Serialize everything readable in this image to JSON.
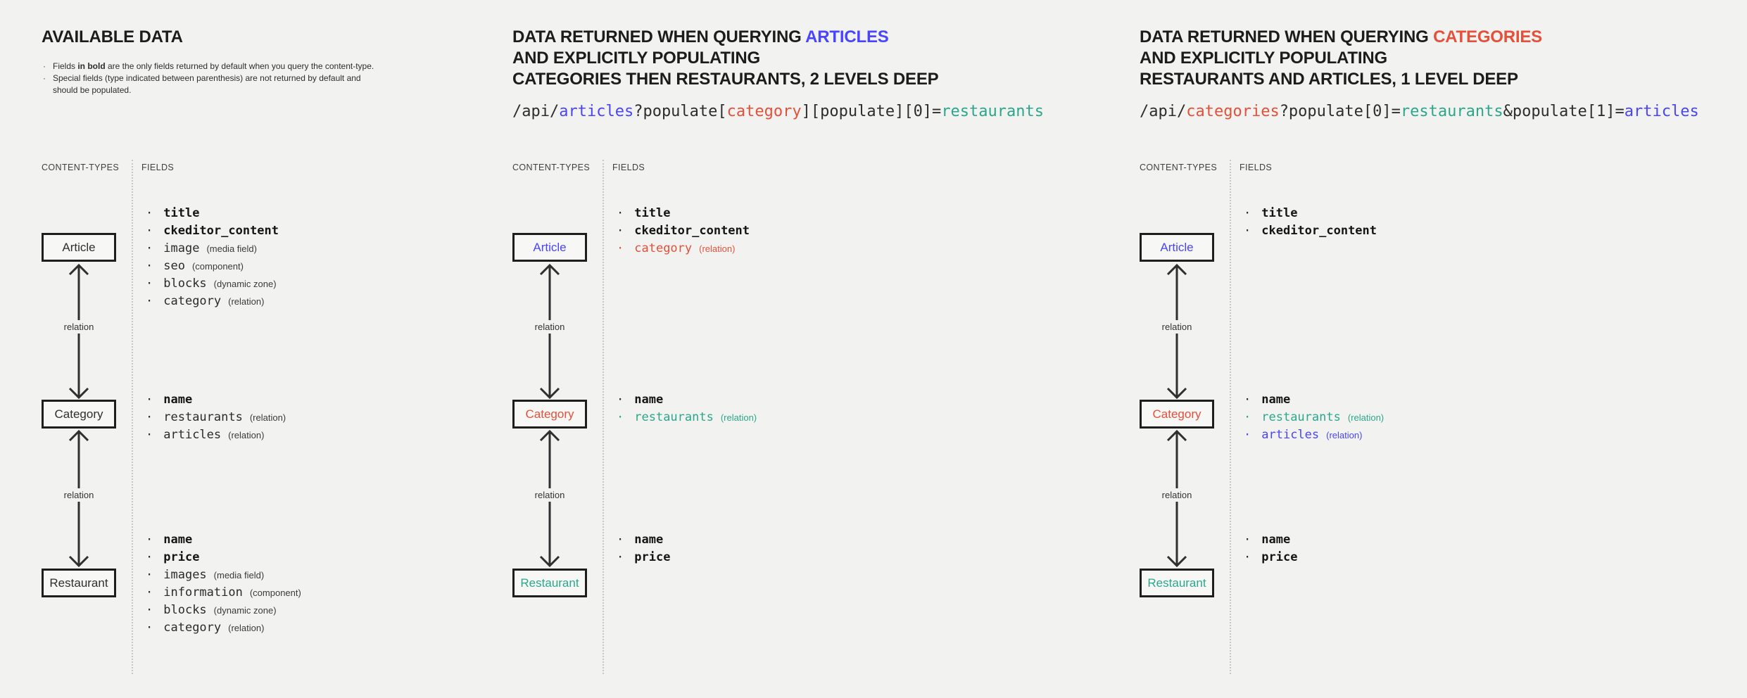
{
  "labels": {
    "content_types": "CONTENT-TYPES",
    "fields": "FIELDS",
    "relation": "relation"
  },
  "colors": {
    "background": "#f2f2f0",
    "ink": "#1f1f1f",
    "blue": "#4945ff",
    "red": "#e5503a",
    "teal": "#2ba78c"
  },
  "panel_available": {
    "title": "AVAILABLE DATA",
    "notes": [
      {
        "pre": "Fields ",
        "bold": "in bold",
        "post": " are the only fields returned by default when you query the content-type."
      },
      {
        "pre": "Special fields (type indicated between parenthesis) are not returned by default and should be populated.",
        "bold": "",
        "post": ""
      }
    ],
    "boxes": [
      {
        "label": "Article",
        "cls": ""
      },
      {
        "label": "Category",
        "cls": ""
      },
      {
        "label": "Restaurant",
        "cls": ""
      }
    ],
    "article_fields": [
      {
        "name": "title",
        "type": "",
        "cls": "bold"
      },
      {
        "name": "ckeditor_content",
        "type": "",
        "cls": "bold"
      },
      {
        "name": "image",
        "type": "(media field)",
        "cls": "plain"
      },
      {
        "name": "seo",
        "type": "(component)",
        "cls": "plain"
      },
      {
        "name": "blocks",
        "type": "(dynamic zone)",
        "cls": "plain"
      },
      {
        "name": "category",
        "type": "(relation)",
        "cls": "plain"
      }
    ],
    "category_fields": [
      {
        "name": "name",
        "type": "",
        "cls": "bold"
      },
      {
        "name": "restaurants",
        "type": "(relation)",
        "cls": "plain"
      },
      {
        "name": "articles",
        "type": "(relation)",
        "cls": "plain"
      }
    ],
    "restaurant_fields": [
      {
        "name": "name",
        "type": "",
        "cls": "bold"
      },
      {
        "name": "price",
        "type": "",
        "cls": "bold"
      },
      {
        "name": "images",
        "type": "(media field)",
        "cls": "plain"
      },
      {
        "name": "information",
        "type": "(component)",
        "cls": "plain"
      },
      {
        "name": "blocks",
        "type": "(dynamic zone)",
        "cls": "plain"
      },
      {
        "name": "category",
        "type": "(relation)",
        "cls": "plain"
      }
    ]
  },
  "panel_articles": {
    "title_pre": "DATA RETURNED WHEN QUERYING ",
    "title_highlight": "ARTICLES",
    "title_highlight_cls": "c-blue",
    "title_line2": "AND EXPLICITLY POPULATING",
    "title_line3": "CATEGORIES THEN RESTAURANTS, 2 LEVELS DEEP",
    "api_segments": [
      {
        "text": "/api/",
        "cls": ""
      },
      {
        "text": "articles",
        "cls": "c-blue"
      },
      {
        "text": "?populate[",
        "cls": ""
      },
      {
        "text": "category",
        "cls": "c-red"
      },
      {
        "text": "][populate][0]=",
        "cls": ""
      },
      {
        "text": "restaurants",
        "cls": "c-teal"
      }
    ],
    "boxes": [
      {
        "label": "Article",
        "cls": "c-blue"
      },
      {
        "label": "Category",
        "cls": "c-red"
      },
      {
        "label": "Restaurant",
        "cls": "c-teal"
      }
    ],
    "article_fields": [
      {
        "name": "title",
        "type": "",
        "cls": "bold"
      },
      {
        "name": "ckeditor_content",
        "type": "",
        "cls": "bold"
      },
      {
        "name": "category",
        "type": "(relation)",
        "cls": "c-red"
      }
    ],
    "category_fields": [
      {
        "name": "name",
        "type": "",
        "cls": "bold"
      },
      {
        "name": "restaurants",
        "type": "(relation)",
        "cls": "c-teal"
      }
    ],
    "restaurant_fields": [
      {
        "name": "name",
        "type": "",
        "cls": "bold"
      },
      {
        "name": "price",
        "type": "",
        "cls": "bold"
      }
    ]
  },
  "panel_categories": {
    "title_pre": "DATA RETURNED WHEN QUERYING ",
    "title_highlight": "CATEGORIES",
    "title_highlight_cls": "c-red",
    "title_line2": "AND EXPLICITLY POPULATING",
    "title_line3": "RESTAURANTS AND ARTICLES, 1 LEVEL DEEP",
    "api_segments": [
      {
        "text": "/api/",
        "cls": ""
      },
      {
        "text": "categories",
        "cls": "c-red"
      },
      {
        "text": "?populate[0]=",
        "cls": ""
      },
      {
        "text": "restaurants",
        "cls": "c-teal"
      },
      {
        "text": "&populate[1]=",
        "cls": ""
      },
      {
        "text": "articles",
        "cls": "c-blue"
      }
    ],
    "boxes": [
      {
        "label": "Article",
        "cls": "c-blue"
      },
      {
        "label": "Category",
        "cls": "c-red"
      },
      {
        "label": "Restaurant",
        "cls": "c-teal"
      }
    ],
    "article_fields": [
      {
        "name": "title",
        "type": "",
        "cls": "bold"
      },
      {
        "name": "ckeditor_content",
        "type": "",
        "cls": "bold"
      }
    ],
    "category_fields": [
      {
        "name": "name",
        "type": "",
        "cls": "bold"
      },
      {
        "name": "restaurants",
        "type": "(relation)",
        "cls": "c-teal"
      },
      {
        "name": "articles",
        "type": "(relation)",
        "cls": "c-blue"
      }
    ],
    "restaurant_fields": [
      {
        "name": "name",
        "type": "",
        "cls": "bold"
      },
      {
        "name": "price",
        "type": "",
        "cls": "bold"
      }
    ]
  }
}
